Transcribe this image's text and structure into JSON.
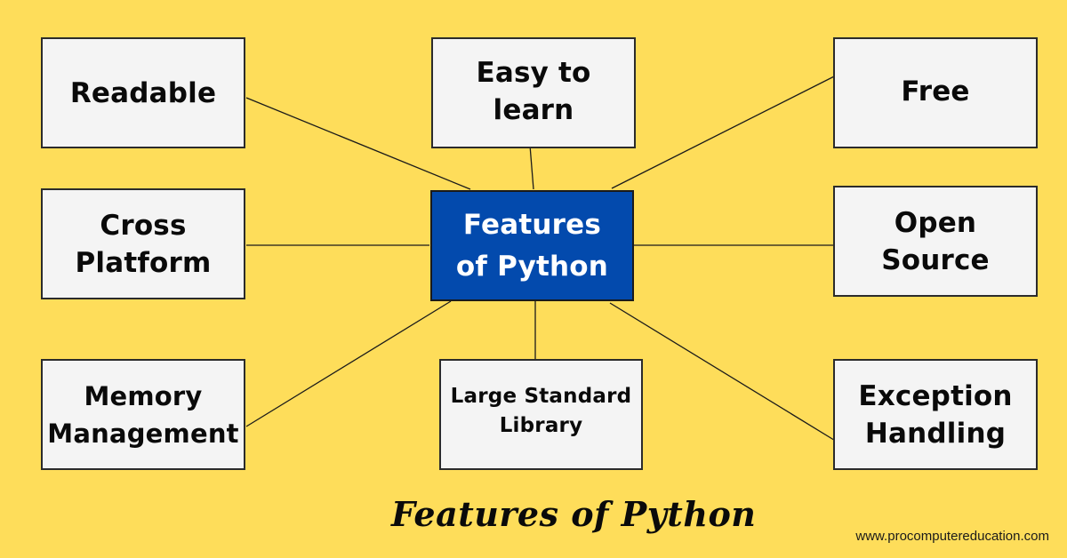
{
  "diagram": {
    "background_color": "#FEDD5A",
    "center": {
      "id": "center",
      "label": "Features\nof Python",
      "fill": "#034AAD",
      "text_color": "#FFFFFF"
    },
    "nodes": [
      {
        "id": "readable",
        "label": "Readable"
      },
      {
        "id": "easy-to-learn",
        "label": "Easy to\nlearn"
      },
      {
        "id": "free",
        "label": "Free"
      },
      {
        "id": "cross-platform",
        "label": "Cross\nPlatform"
      },
      {
        "id": "open-source",
        "label": "Open\nSource"
      },
      {
        "id": "memory-management",
        "label": "Memory\nManagement"
      },
      {
        "id": "large-standard-library",
        "label": "Large Standard\nLibrary"
      },
      {
        "id": "exception-handling",
        "label": "Exception\nHandling"
      }
    ],
    "node_fill": "#F4F4F4",
    "edges": [
      {
        "from": "center",
        "to": "readable"
      },
      {
        "from": "center",
        "to": "easy-to-learn"
      },
      {
        "from": "center",
        "to": "free"
      },
      {
        "from": "center",
        "to": "cross-platform"
      },
      {
        "from": "center",
        "to": "open-source"
      },
      {
        "from": "center",
        "to": "memory-management"
      },
      {
        "from": "center",
        "to": "large-standard-library"
      },
      {
        "from": "center",
        "to": "exception-handling"
      }
    ]
  },
  "footer": {
    "title": "Features of Python",
    "url": "www.procomputereducation.com"
  }
}
